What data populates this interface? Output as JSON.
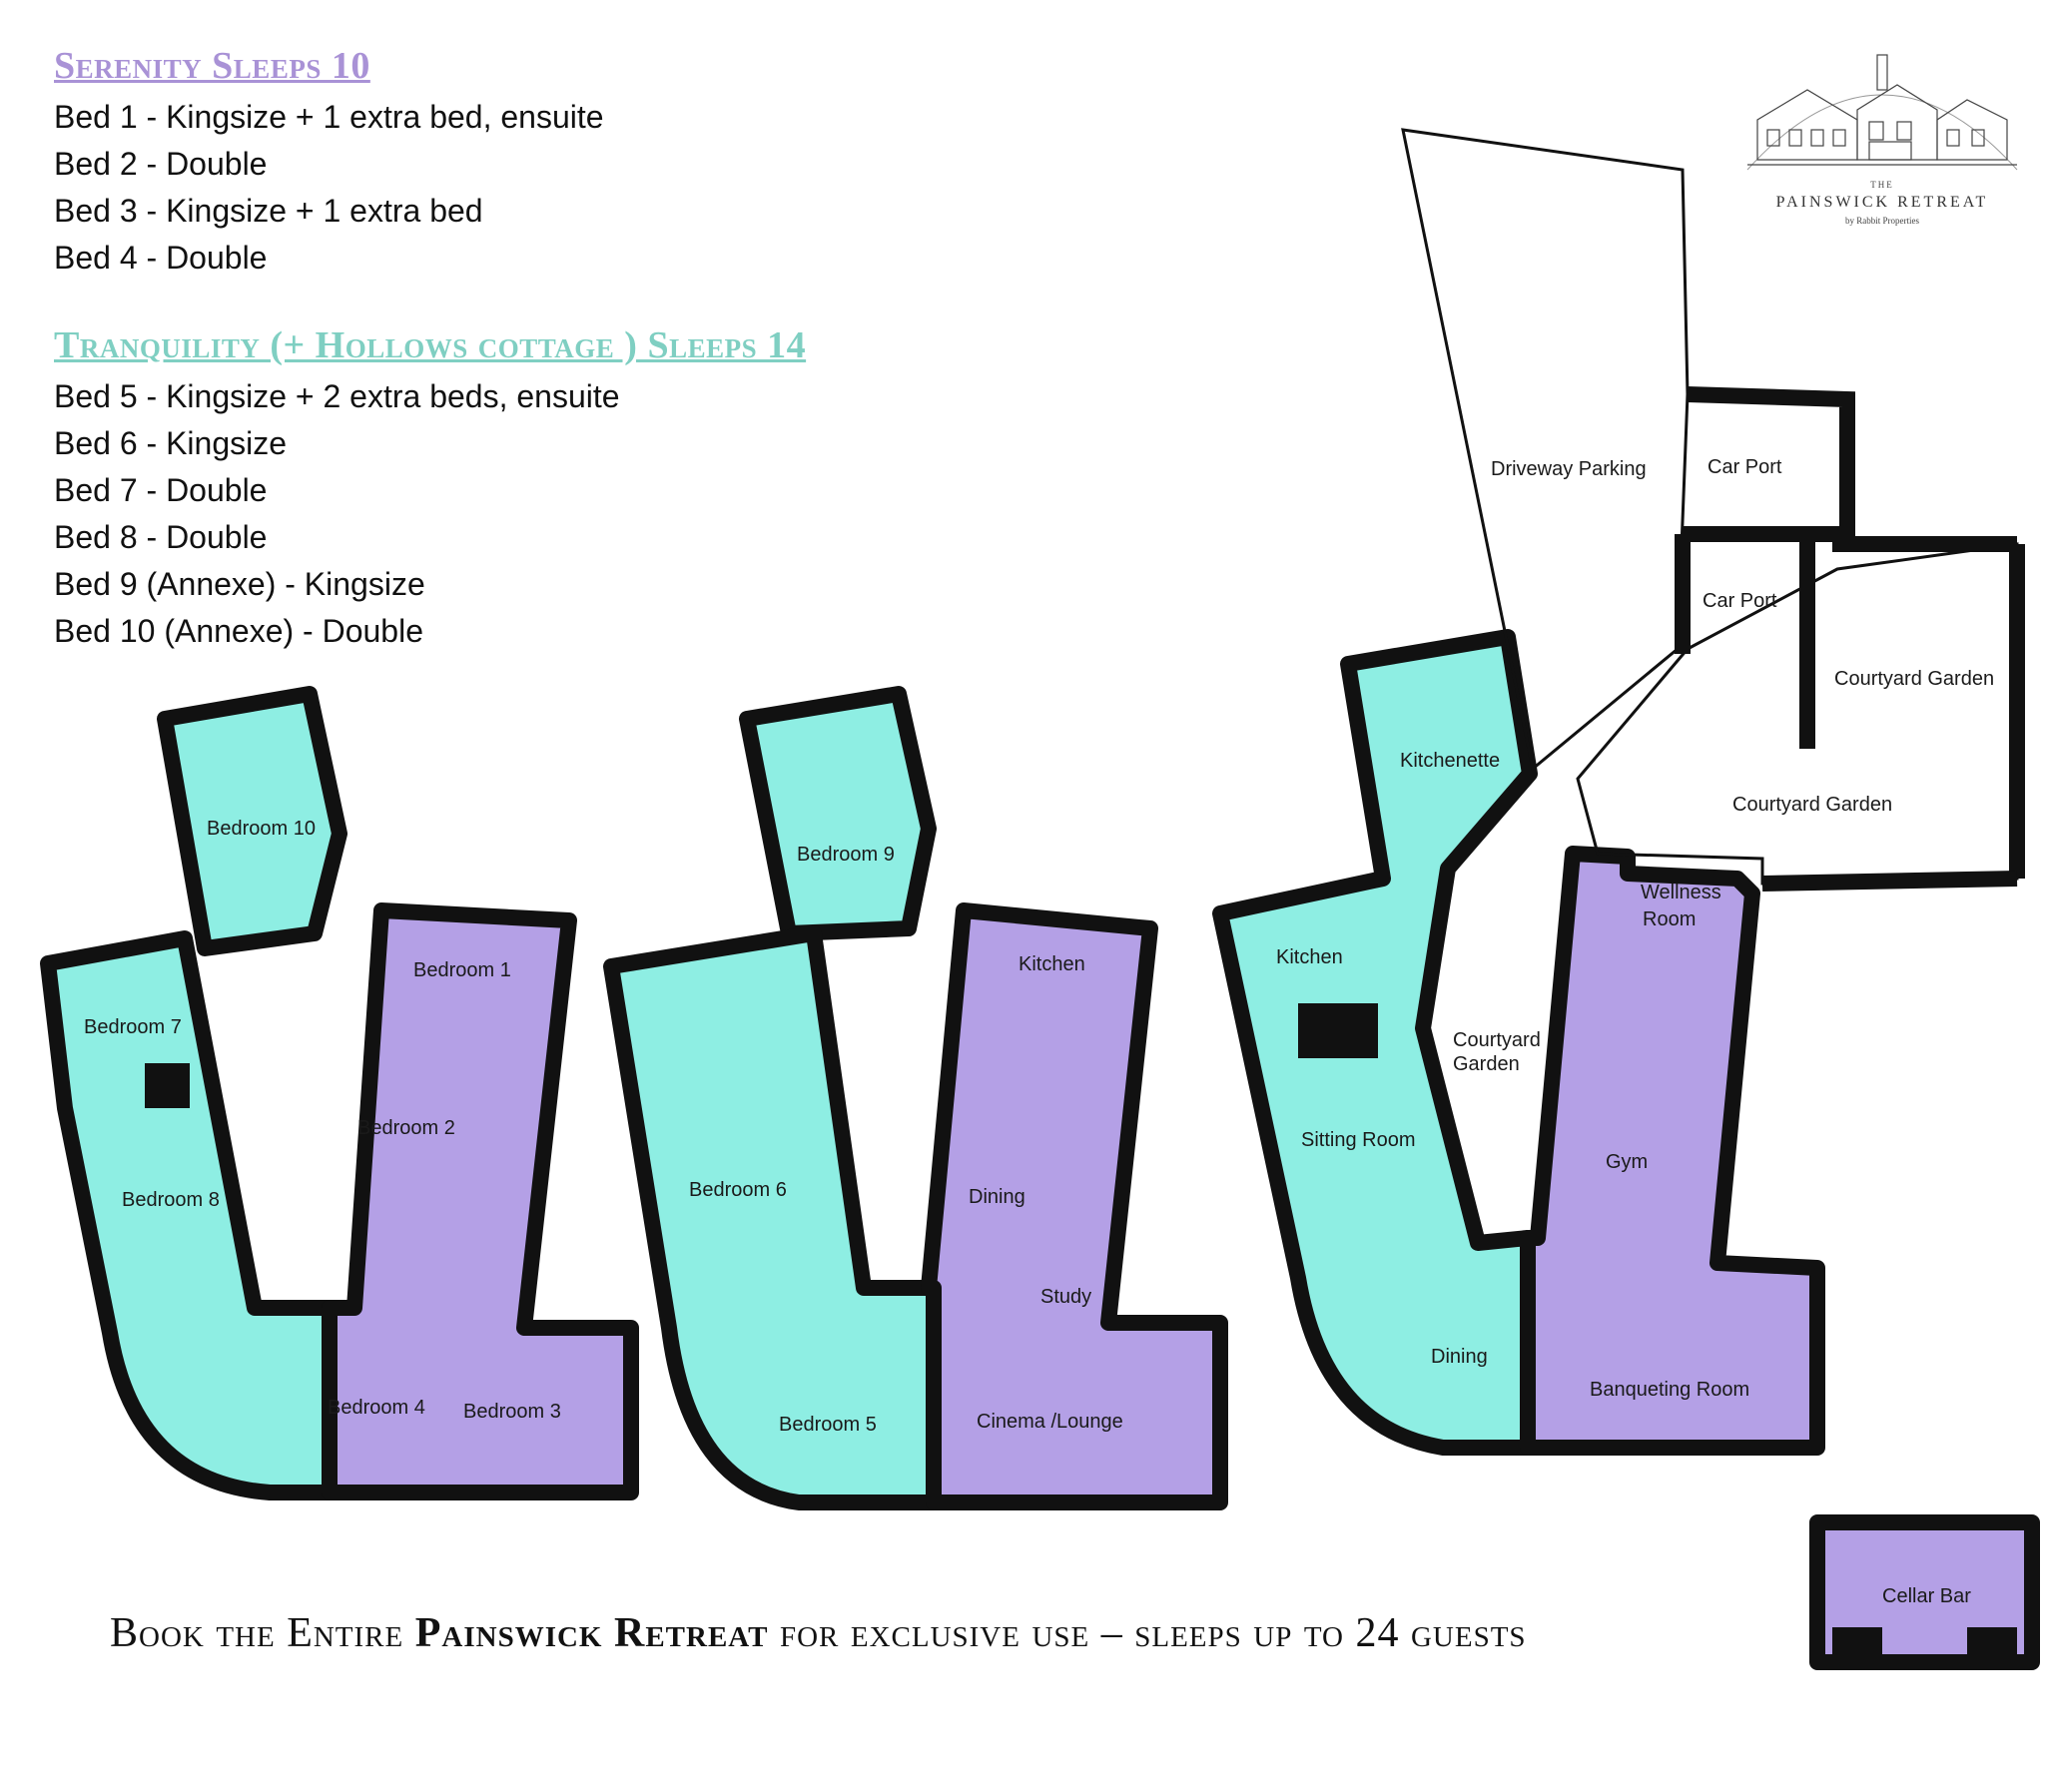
{
  "colors": {
    "serenity": "#b4a0e6",
    "tranquility": "#8eeee3",
    "walls": "#111111",
    "serenity_heading": "#a992d6",
    "tranquility_heading": "#7fcfc2"
  },
  "legend": {
    "serenity": {
      "heading": "Serenity Sleeps 10",
      "beds": [
        "Bed 1 - Kingsize + 1 extra bed, ensuite",
        "Bed 2 - Double",
        "Bed 3 - Kingsize + 1 extra bed",
        "Bed 4 - Double"
      ]
    },
    "tranquility": {
      "heading": "Tranquility (+ Hollows cottage ) Sleeps 14",
      "beds": [
        "Bed 5 - Kingsize + 2 extra beds, ensuite",
        "Bed 6 - Kingsize",
        "Bed 7 - Double",
        "Bed 8 - Double",
        "Bed 9 (Annexe) - Kingsize",
        "Bed 10 (Annexe) - Double"
      ]
    }
  },
  "logo": {
    "the": "THE",
    "name": "PAINSWICK RETREAT",
    "by": "by Rabbit Properties"
  },
  "tagline": {
    "prefix": "Book the Entire ",
    "brand": "Painswick Retreat",
    "suffix": " for exclusive use – sleeps up to 24 guests"
  },
  "rooms": {
    "bedroom10": "Bedroom 10",
    "bedroom9": "Bedroom 9",
    "bedroom7": "Bedroom 7",
    "bedroom8": "Bedroom 8",
    "bedroom1": "Bedroom 1",
    "bedroom2": "Bedroom 2",
    "bedroom4": "Bedroom 4",
    "bedroom3": "Bedroom 3",
    "bedroom6": "Bedroom 6",
    "bedroom5": "Bedroom 5",
    "kitchen_a": "Kitchen",
    "dining_a": "Dining",
    "study": "Study",
    "cinema": "Cinema /Lounge",
    "kitchenette": "Kitchenette",
    "kitchen_b": "Kitchen",
    "sitting": "Sitting Room",
    "dining_b": "Dining",
    "courtyard_a_1": "Courtyard",
    "courtyard_a_2": "Garden",
    "wellness_1": "Wellness",
    "wellness_2": "Room",
    "gym": "Gym",
    "banqueting": "Banqueting Room",
    "driveway": "Driveway Parking",
    "carport1": "Car Port",
    "carport2": "Car Port",
    "courtyard_b": "Courtyard Garden",
    "courtyard_c": "Courtyard Garden",
    "cellar": "Cellar Bar"
  }
}
